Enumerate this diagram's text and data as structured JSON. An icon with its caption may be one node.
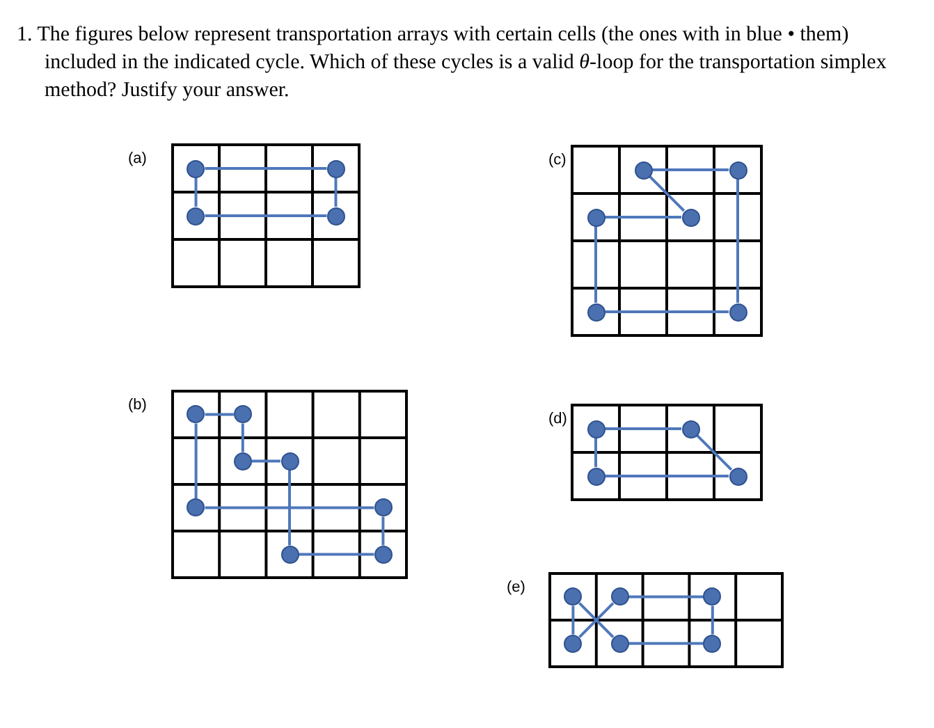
{
  "diagram": {
    "title": "1. The figures below represent transportation arrays with certain cells (the ones with in blue • them) included in the indicated cycle. Which of these cycles is a valid *θ*-loop for the transportation simplex method? Justify your answer.",
    "nodes": [
      {
        "text": [],
        "shape": "circle"
      },
      {
        "text": [],
        "shape": "circle"
      },
      {
        "text": [],
        "shape": "circle"
      },
      {
        "text": [],
        "shape": "circle"
      },
      {
        "text": [],
        "shape": "circle"
      },
      {
        "text": [],
        "shape": "circle"
      },
      {
        "text": [],
        "shape": "circle"
      },
      {
        "text": [],
        "shape": "circle"
      },
      {
        "text": [],
        "shape": "circle"
      },
      {
        "text": [],
        "shape": "circle"
      },
      {
        "text": [],
        "shape": "circle"
      },
      {
        "text": [],
        "shape": "circle"
      },
      {
        "text": [],
        "shape": "circle"
      },
      {
        "text": [],
        "shape": "circle"
      },
      {
        "text": [],
        "shape": "circle"
      },
      {
        "text": [],
        "shape": "circle"
      },
      {
        "text": [],
        "shape": "circle"
      },
      {
        "text": [],
        "shape": "circle"
      },
      {
        "text": [],
        "shape": "circle"
      },
      {
        "text": [],
        "shape": "circle"
      },
      {
        "text": [],
        "shape": "circle"
      },
      {
        "text": [],
        "shape": "circle"
      },
      {
        "text": [],
        "shape": "circle"
      },
      {
        "text": [],
        "shape": "circle"
      },
      {
        "text": [],
        "shape": "circle"
      },
      {
        "text": [],
        "shape": "circle"
      },
      {
        "text": [],
        "shape": "circle"
      },
      {
        "text": [],
        "shape": "circle"
      }
    ],
    "edges": [
      {
        "from": 0,
        "to": 1,
        "arrow": "none"
      },
      {
        "from": 2,
        "to": 3,
        "arrow": "none"
      },
      {
        "from": 0,
        "to": 2,
        "arrow": "none"
      },
      {
        "from": 1,
        "to": 3,
        "arrow": "none"
      },
      {
        "from": 4,
        "to": 5,
        "arrow": "none"
      },
      {
        "from": 4,
        "to": 7,
        "arrow": "none"
      },
      {
        "from": 6,
        "to": 7,
        "arrow": "none"
      },
      {
        "from": 6,
        "to": 8,
        "arrow": "none"
      },
      {
        "from": 8,
        "to": 9,
        "arrow": "none"
      },
      {
        "from": 5,
        "to": 9,
        "arrow": "none"
      },
      {
        "from": 10,
        "to": 11,
        "arrow": "none"
      },
      {
        "from": 11,
        "to": 12,
        "arrow": "none"
      },
      {
        "from": 12,
        "to": 13,
        "arrow": "none"
      },
      {
        "from": 13,
        "to": 16,
        "arrow": "none"
      },
      {
        "from": 10,
        "to": 14,
        "arrow": "none"
      },
      {
        "from": 14,
        "to": 15,
        "arrow": "none"
      },
      {
        "from": 15,
        "to": 17,
        "arrow": "none"
      },
      {
        "from": 16,
        "to": 17,
        "arrow": "none"
      },
      {
        "from": 18,
        "to": 19,
        "arrow": "none"
      },
      {
        "from": 19,
        "to": 21,
        "arrow": "none"
      },
      {
        "from": 18,
        "to": 20,
        "arrow": "none"
      },
      {
        "from": 20,
        "to": 21,
        "arrow": "none"
      },
      {
        "from": 22,
        "to": 25,
        "arrow": "none"
      },
      {
        "from": 22,
        "to": 26,
        "arrow": "none"
      },
      {
        "from": 23,
        "to": 25,
        "arrow": "none"
      },
      {
        "from": 23,
        "to": 24,
        "arrow": "none"
      },
      {
        "from": 24,
        "to": 27,
        "arrow": "none"
      },
      {
        "from": 26,
        "to": 27,
        "arrow": "none"
      }
    ],
    "labels": [
      "(a)",
      "(c)",
      "(b)",
      "(d)",
      "(e)"
    ]
  }
}
